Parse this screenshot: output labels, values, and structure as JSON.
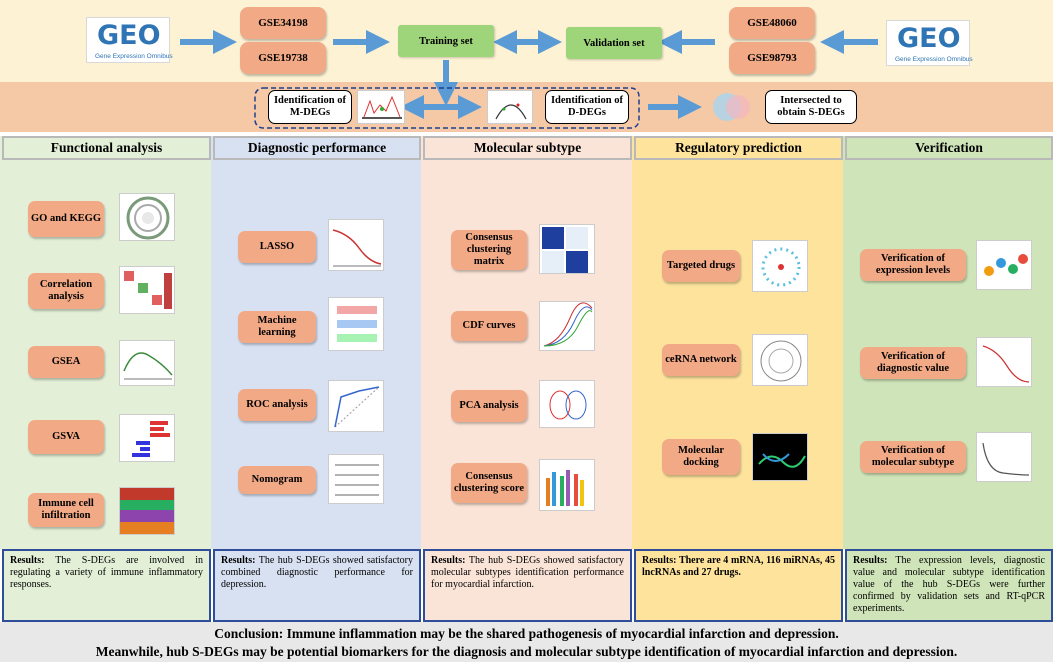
{
  "top": {
    "logo_left": {
      "mark": "GEO",
      "tagline": "Gene Expression Omnibus"
    },
    "logo_right": {
      "mark": "GEO",
      "tagline": "Gene Expression Omnibus"
    },
    "gse_left": [
      "GSE34198",
      "GSE19738"
    ],
    "gse_right": [
      "GSE48060",
      "GSE98793"
    ],
    "training": "Training set",
    "validation": "Validation set"
  },
  "middle": {
    "m_degs": "Identification of M-DEGs",
    "d_degs": "Identification of D-DEGs",
    "s_degs": "Intersected to obtain S-DEGs"
  },
  "columns": [
    {
      "title": "Functional analysis",
      "items": [
        "GO and KEGG",
        "Correlation analysis",
        "GSEA",
        "GSVA",
        "Immune cell infiltration"
      ],
      "result_label": "Results:",
      "result_text": "The S-DEGs are involved in regulating a variety of immune inflammatory responses."
    },
    {
      "title": "Diagnostic performance",
      "items": [
        "LASSO",
        "Machine learning",
        "ROC analysis",
        "Nomogram"
      ],
      "result_label": "Results:",
      "result_text": "The hub S-DEGs showed satisfactory combined diagnostic performance for depression."
    },
    {
      "title": "Molecular subtype",
      "items": [
        "Consensus clustering matrix",
        "CDF curves",
        "PCA analysis",
        "Consensus clustering score"
      ],
      "result_label": "Results:",
      "result_text": "The hub S-DEGs showed satisfactory molecular subtypes identification performance for myocardial infarction."
    },
    {
      "title": "Regulatory prediction",
      "items": [
        "Targeted drugs",
        "ceRNA network",
        "Molecular docking"
      ],
      "result_label": "Results:",
      "result_text": "There are 4 mRNA, 116 miRNAs, 45 lncRNAs and 27 drugs."
    },
    {
      "title": "Verification",
      "items": [
        "Verification of expression levels",
        "Verification of diagnostic value",
        "Verification of molecular subtype"
      ],
      "result_label": "Results:",
      "result_text": "The expression levels, diagnostic value and molecular subtype identification value of the hub S-DEGs were further confirmed by validation sets and RT-qPCR experiments."
    }
  ],
  "conclusion": {
    "line1": "Conclusion: Immune inflammation may be the shared pathogenesis of myocardial infarction and depression.",
    "line2": "Meanwhile, hub S-DEGs may be potential biomarkers for the diagnosis and molecular subtype identification of myocardial infarction and depression."
  },
  "colors": {
    "arrow": "#5b9bd5",
    "pill": "#f2a986",
    "green_button": "#9ed47a",
    "result_border": "#2e4e9a"
  }
}
